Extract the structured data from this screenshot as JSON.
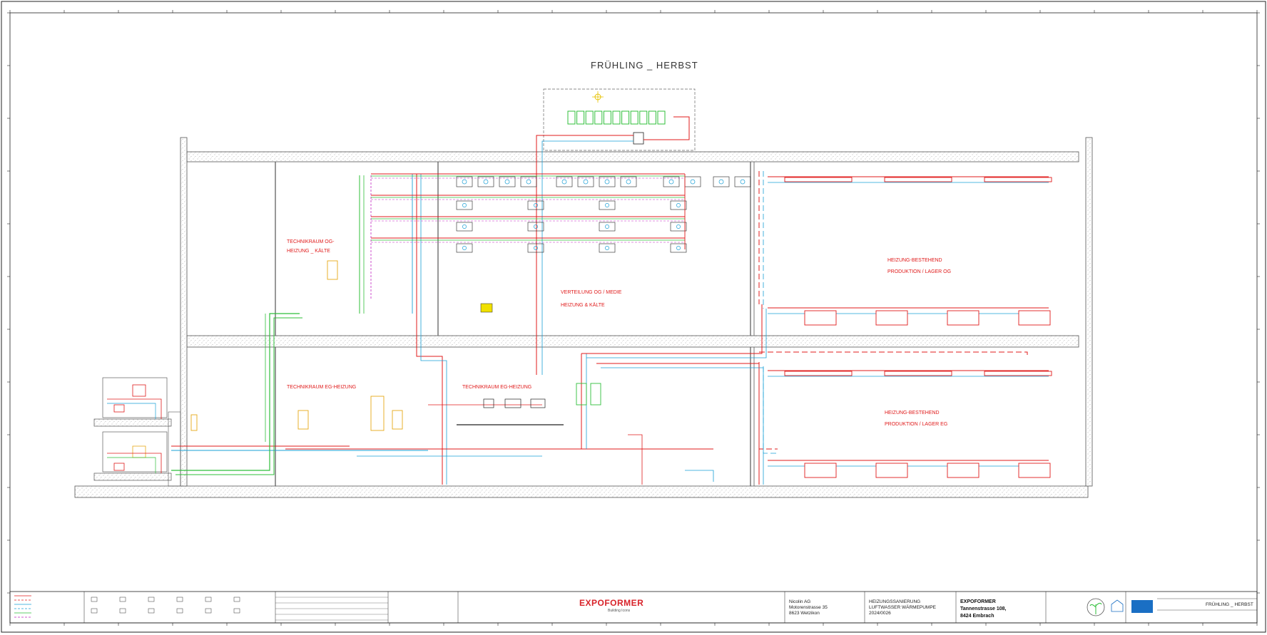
{
  "drawing": {
    "title": "FRÜHLING _ HERBST"
  },
  "rooms": {
    "tech_og": [
      "TECHNIKRAUM OG-",
      "HEIZUNG _ KÄLTE"
    ],
    "verteilung": [
      "VERTEILUNG OG / MEDIE",
      "HEIZUNG & KÄLTE"
    ],
    "heizung_og": [
      "HEIZUNG-BESTEHEND",
      "PRODUKTION / LAGER OG"
    ],
    "tech_eg": [
      "TECHNIKRAUM EG-HEIZUNG"
    ],
    "tech_eg2": [
      "TECHNIKRAUM EG-HEIZUNG"
    ],
    "heizung_eg": [
      "HEIZUNG-BESTEHEND",
      "PRODUKTION / LAGER EG"
    ]
  },
  "titleblock": {
    "client": [
      "Nicolin AG",
      "Motorenstrasse 35",
      "8623 Wetzikon"
    ],
    "project": [
      "HEIZUNGSSANIERUNG",
      "LUFTWASSER WÄRMEPUMPE",
      "2024/0026"
    ],
    "brand": "EXPOFORMER",
    "brand_tagline": "Building Icons",
    "office": [
      "EXPOFORMER",
      "Tannenstrasse 108,",
      "8424 Embrach"
    ],
    "sheet_title": "FRÜHLING _ HERBST"
  },
  "colors": {
    "hot": "#e01b1b",
    "cold": "#1aa0d6",
    "glycol": "#2fbf3a",
    "purple": "#c025c0",
    "wall": "#555555",
    "hatch": "#9a9a9a",
    "tank": "#e6a817",
    "brand": "#d8232a"
  }
}
